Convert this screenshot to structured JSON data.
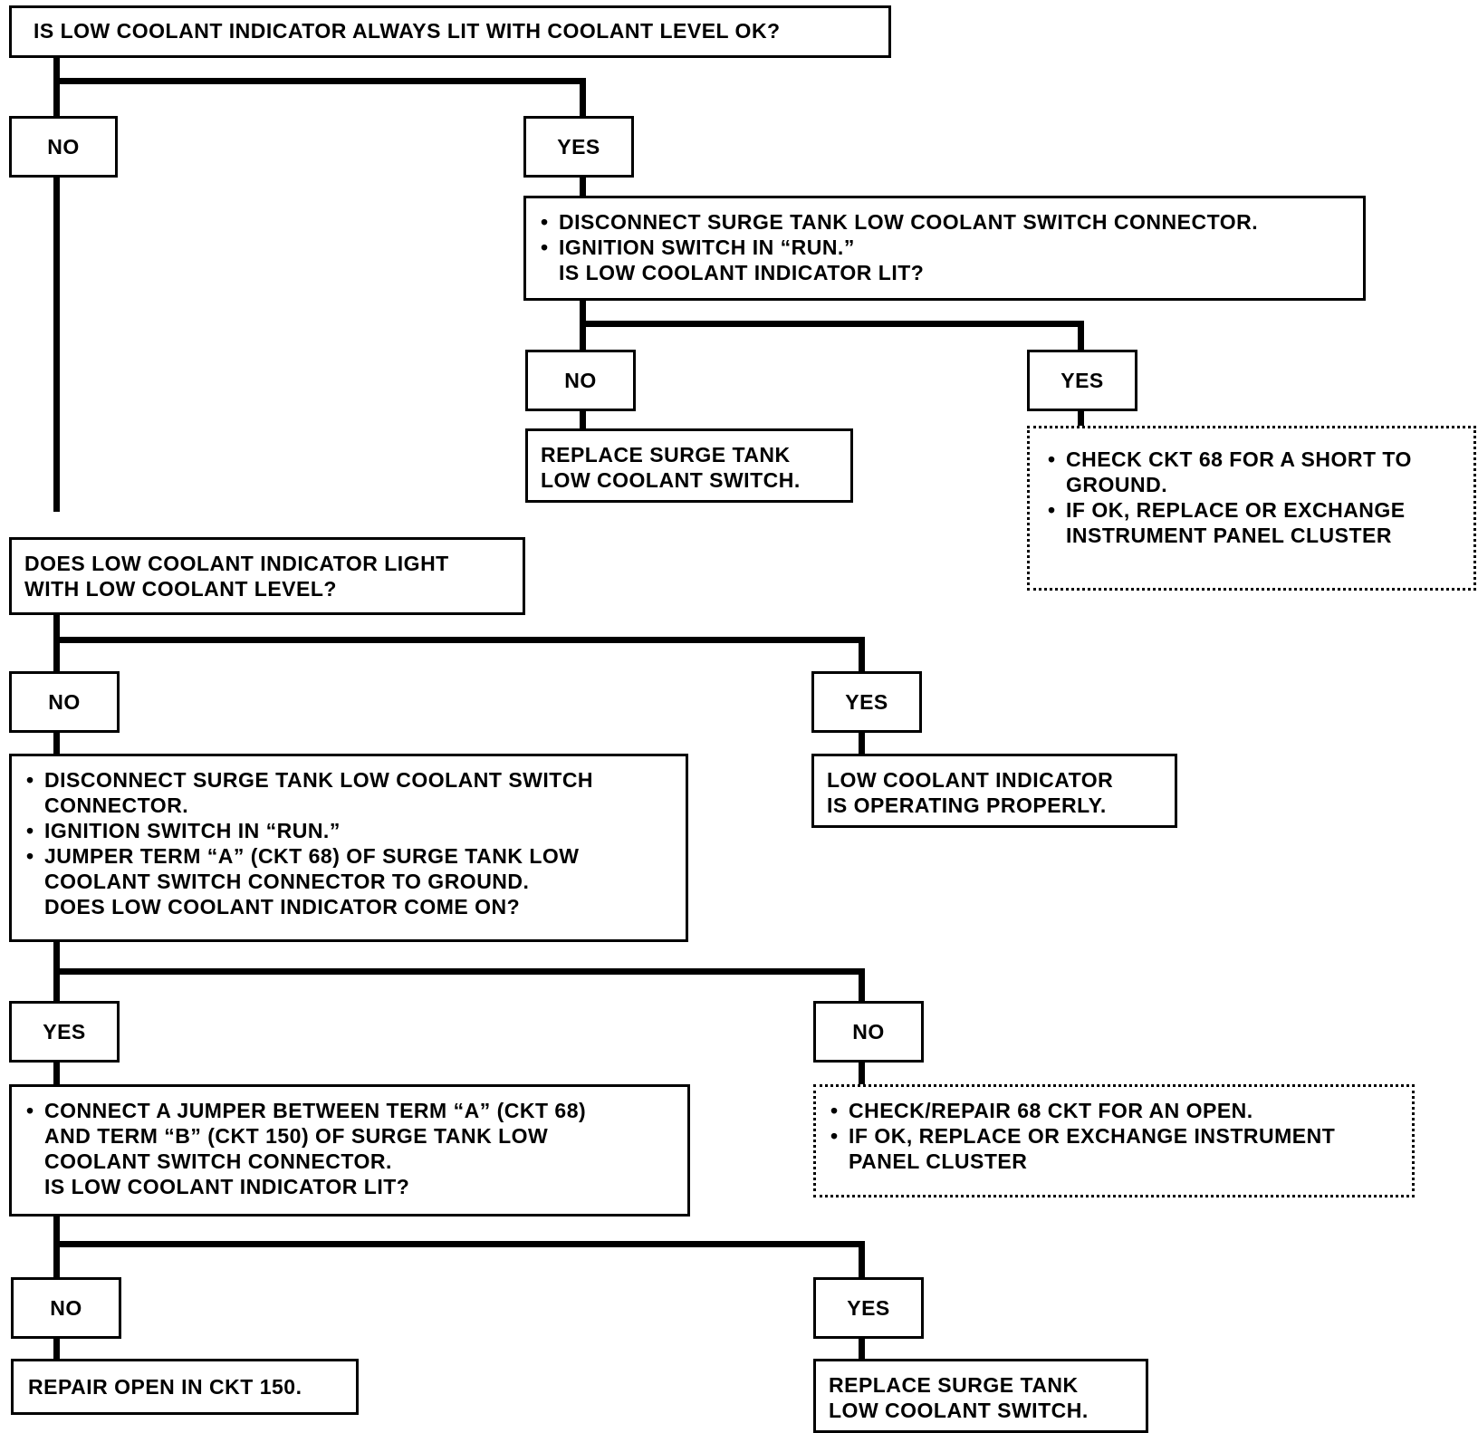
{
  "q1": "IS LOW COOLANT INDICATOR ALWAYS LIT WITH COOLANT LEVEL OK?",
  "no": "NO",
  "yes": "YES",
  "step_a": {
    "bullets": [
      "DISCONNECT SURGE TANK LOW COOLANT SWITCH CONNECTOR.",
      "IGNITION SWITCH IN “RUN.”"
    ],
    "question": "IS LOW COOLANT INDICATOR LIT?"
  },
  "result_a_no": [
    "REPLACE SURGE TANK",
    "LOW COOLANT SWITCH."
  ],
  "result_a_yes": {
    "bullets": [
      [
        "CHECK CKT 68 FOR A SHORT TO",
        "GROUND."
      ],
      [
        "IF OK, REPLACE OR EXCHANGE",
        "INSTRUMENT PANEL CLUSTER"
      ]
    ]
  },
  "q2": [
    "DOES LOW COOLANT INDICATOR LIGHT",
    "WITH LOW COOLANT LEVEL?"
  ],
  "result_b_yes": [
    "LOW COOLANT INDICATOR",
    "IS OPERATING PROPERLY."
  ],
  "step_b": {
    "bullets": [
      [
        "DISCONNECT SURGE TANK LOW COOLANT SWITCH",
        "CONNECTOR."
      ],
      [
        "IGNITION SWITCH IN “RUN.”"
      ],
      [
        "JUMPER TERM “A” (CKT 68) OF SURGE TANK LOW",
        "COOLANT SWITCH CONNECTOR TO GROUND."
      ]
    ],
    "question": "DOES LOW COOLANT INDICATOR COME ON?"
  },
  "result_c_no": {
    "bullets": [
      [
        "CHECK/REPAIR 68 CKT FOR AN OPEN."
      ],
      [
        "IF OK, REPLACE OR EXCHANGE INSTRUMENT",
        "PANEL CLUSTER"
      ]
    ]
  },
  "step_c": {
    "bullets": [
      [
        "CONNECT A JUMPER BETWEEN TERM “A” (CKT 68)",
        "AND TERM “B” (CKT 150) OF SURGE TANK LOW",
        "COOLANT SWITCH CONNECTOR."
      ]
    ],
    "question": "IS LOW COOLANT INDICATOR LIT?"
  },
  "result_d_no": "REPAIR OPEN IN CKT 150.",
  "result_d_yes": [
    "REPLACE SURGE TANK",
    "LOW COOLANT SWITCH."
  ]
}
